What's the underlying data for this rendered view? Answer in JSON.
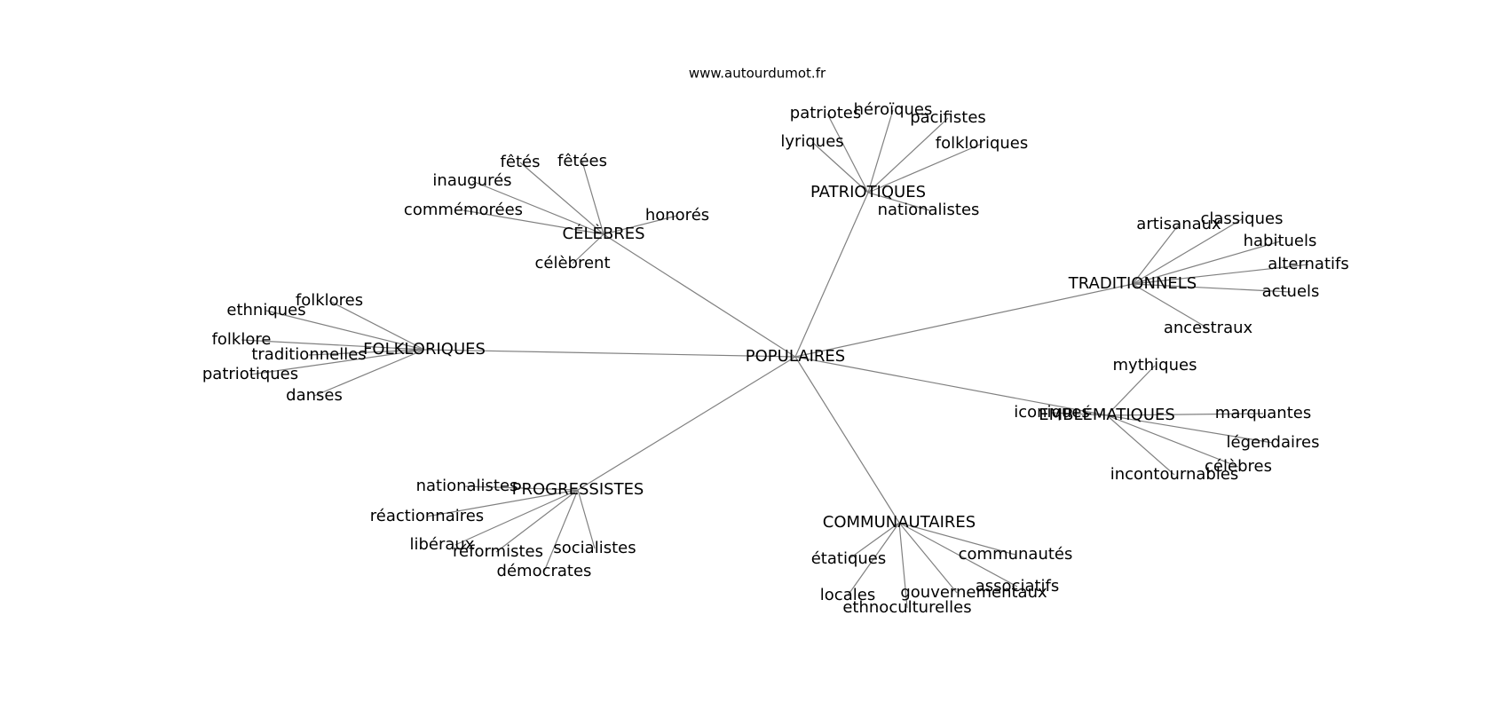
{
  "site_label": "www.autourdumot.fr",
  "root": "POPULAIRES",
  "groups": [
    {
      "label": "PATRIOTIQUES",
      "leaves": [
        "patriotes",
        "héroïques",
        "pacifistes",
        "lyriques",
        "folkloriques",
        "nationalistes"
      ]
    },
    {
      "label": "CÉLÈBRES",
      "leaves": [
        "fêtés",
        "fêtées",
        "inaugurés",
        "commémorées",
        "honorés",
        "célèbrent"
      ]
    },
    {
      "label": "FOLKLORIQUES",
      "leaves": [
        "folklores",
        "ethniques",
        "folklore",
        "traditionnelles",
        "patriotiques",
        "danses"
      ]
    },
    {
      "label": "TRADITIONNELS",
      "leaves": [
        "artisanaux",
        "classiques",
        "habituels",
        "alternatifs",
        "actuels",
        "ancestraux"
      ]
    },
    {
      "label": "EMBLÉMATIQUES",
      "leaves": [
        "mythiques",
        "iconiques",
        "marquantes",
        "légendaires",
        "célèbres",
        "incontournables"
      ]
    },
    {
      "label": "PROGRESSISTES",
      "leaves": [
        "nationalistes",
        "réactionnaires",
        "libéraux",
        "réformistes",
        "socialistes",
        "démocrates"
      ]
    },
    {
      "label": "COMMUNAUTAIRES",
      "leaves": [
        "étatiques",
        "communautés",
        "locales",
        "gouvernementaux",
        "associatifs",
        "ethnoculturelles"
      ]
    }
  ]
}
